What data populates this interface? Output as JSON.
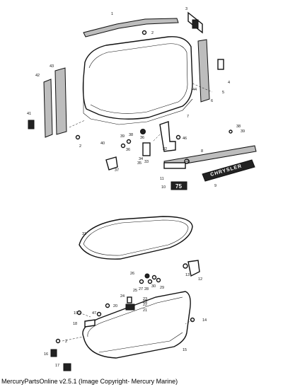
{
  "caption": "MercuryPartsOnline v2.5.1 (Image Copyright- Mercury Marine)",
  "decal_brand": "CHRYSLER",
  "decal_hp": "75",
  "callouts": [
    {
      "id": "c1",
      "text": "1"
    },
    {
      "id": "c2",
      "text": "2"
    },
    {
      "id": "c3",
      "text": "3"
    },
    {
      "id": "c4",
      "text": "4"
    },
    {
      "id": "c5",
      "text": "5"
    },
    {
      "id": "c6",
      "text": "6"
    },
    {
      "id": "c7",
      "text": "7"
    },
    {
      "id": "c8",
      "text": "8"
    },
    {
      "id": "c9",
      "text": "9"
    },
    {
      "id": "c10",
      "text": "10"
    },
    {
      "id": "c11",
      "text": "11"
    },
    {
      "id": "c2b",
      "text": "2"
    },
    {
      "id": "c2c",
      "text": "2"
    },
    {
      "id": "c32",
      "text": "32"
    },
    {
      "id": "c33",
      "text": "33"
    },
    {
      "id": "c34",
      "text": "34"
    },
    {
      "id": "c35",
      "text": "35"
    },
    {
      "id": "c36",
      "text": "36"
    },
    {
      "id": "c36b",
      "text": "36"
    },
    {
      "id": "c37",
      "text": "37"
    },
    {
      "id": "c38",
      "text": "38"
    },
    {
      "id": "c38b",
      "text": "38"
    },
    {
      "id": "c39",
      "text": "39"
    },
    {
      "id": "c39b",
      "text": "39"
    },
    {
      "id": "c40",
      "text": "40"
    },
    {
      "id": "c40b",
      "text": "40"
    },
    {
      "id": "c41",
      "text": "41"
    },
    {
      "id": "c42",
      "text": "42"
    },
    {
      "id": "c43",
      "text": "43"
    },
    {
      "id": "c44",
      "text": "44"
    },
    {
      "id": "c46",
      "text": "46"
    },
    {
      "id": "c12",
      "text": "12"
    },
    {
      "id": "c13",
      "text": "13"
    },
    {
      "id": "c14",
      "text": "14"
    },
    {
      "id": "c15",
      "text": "15"
    },
    {
      "id": "c16",
      "text": "16"
    },
    {
      "id": "c17",
      "text": "17"
    },
    {
      "id": "c18",
      "text": "18"
    },
    {
      "id": "c19",
      "text": "19"
    },
    {
      "id": "c20",
      "text": "20"
    },
    {
      "id": "c21",
      "text": "21"
    },
    {
      "id": "c22",
      "text": "22"
    },
    {
      "id": "c23",
      "text": "23"
    },
    {
      "id": "c24",
      "text": "24"
    },
    {
      "id": "c25",
      "text": "25"
    },
    {
      "id": "c26",
      "text": "26"
    },
    {
      "id": "c27",
      "text": "27"
    },
    {
      "id": "c28",
      "text": "28"
    },
    {
      "id": "c29",
      "text": "29"
    },
    {
      "id": "c30",
      "text": "30"
    },
    {
      "id": "c31",
      "text": "31"
    },
    {
      "id": "c47",
      "text": "47"
    },
    {
      "id": "c23b",
      "text": "23"
    }
  ]
}
